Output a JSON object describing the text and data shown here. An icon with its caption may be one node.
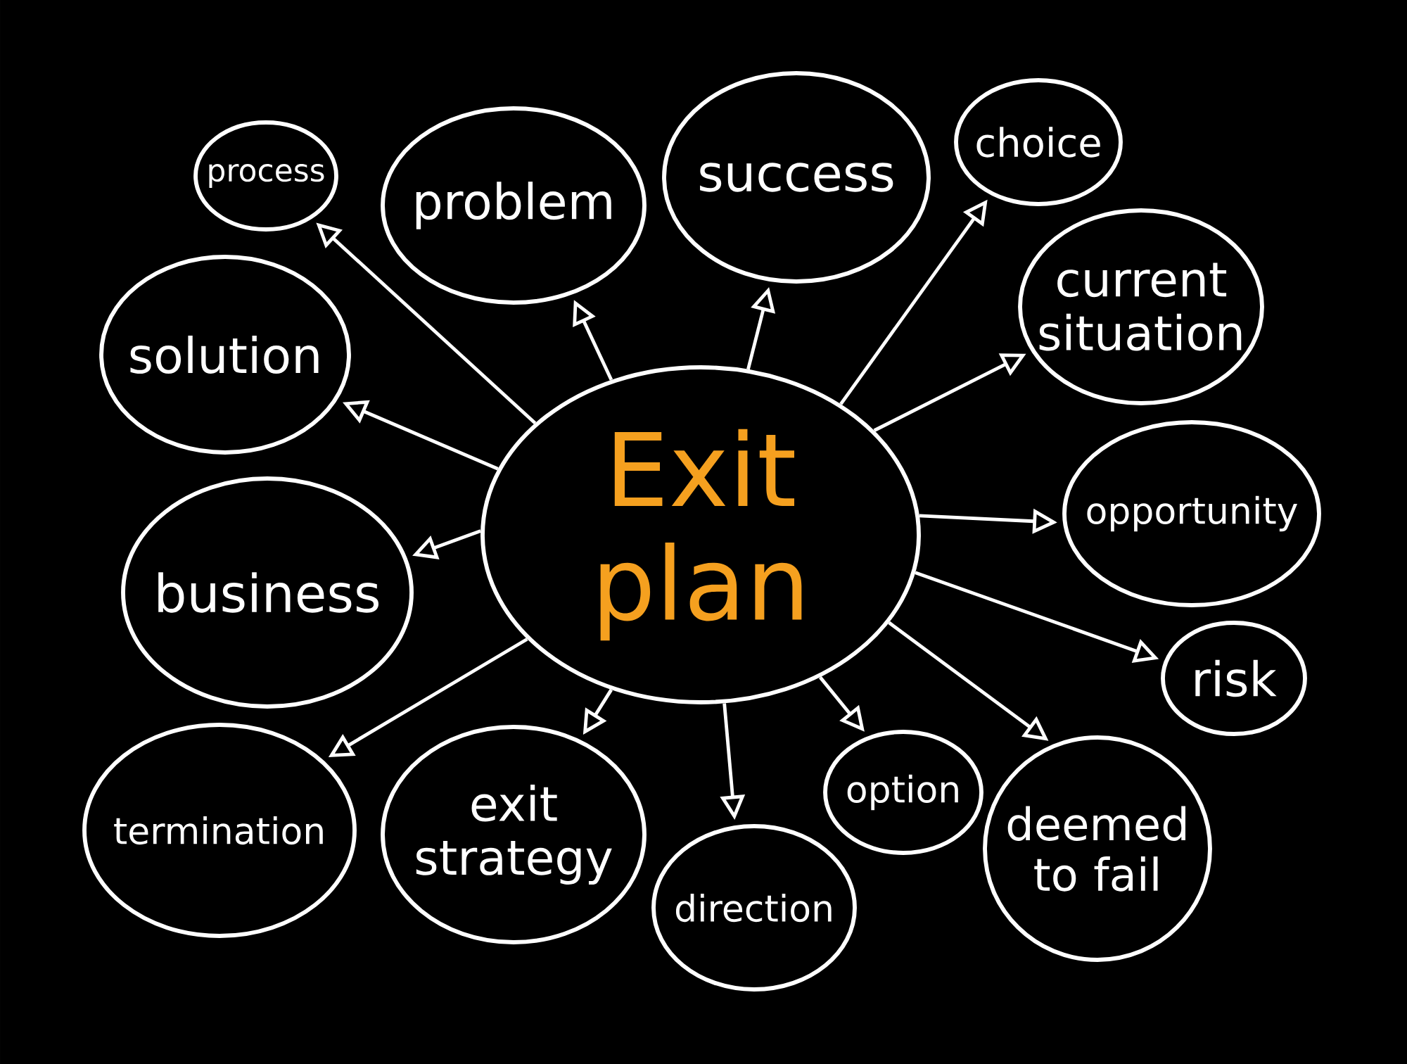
{
  "diagram": {
    "nodes": [
      {
        "text": [
          "Exit plan"
        ]
      },
      {
        "text": [
          "process"
        ]
      },
      {
        "text": [
          "problem"
        ]
      },
      {
        "text": [
          "success"
        ]
      },
      {
        "text": [
          "choice"
        ]
      },
      {
        "text": [
          "solution"
        ]
      },
      {
        "text": [
          "current situation"
        ]
      },
      {
        "text": [
          "business"
        ]
      },
      {
        "text": [
          "opportunity"
        ]
      },
      {
        "text": [
          "termination"
        ]
      },
      {
        "text": [
          "exit strategy"
        ]
      },
      {
        "text": [
          "direction"
        ]
      },
      {
        "text": [
          "option"
        ]
      },
      {
        "text": [
          "deemed to fail"
        ]
      },
      {
        "text": [
          "risk"
        ]
      }
    ],
    "edges": [
      {
        "from": 0,
        "to": 1,
        "arrow": "to"
      },
      {
        "from": 0,
        "to": 2,
        "arrow": "to"
      },
      {
        "from": 0,
        "to": 3,
        "arrow": "to"
      },
      {
        "from": 0,
        "to": 4,
        "arrow": "to"
      },
      {
        "from": 0,
        "to": 5,
        "arrow": "to"
      },
      {
        "from": 0,
        "to": 6,
        "arrow": "to"
      },
      {
        "from": 0,
        "to": 7,
        "arrow": "to"
      },
      {
        "from": 0,
        "to": 8,
        "arrow": "to"
      },
      {
        "from": 0,
        "to": 9,
        "arrow": "to"
      },
      {
        "from": 0,
        "to": 10,
        "arrow": "to"
      },
      {
        "from": 0,
        "to": 11,
        "arrow": "to"
      },
      {
        "from": 0,
        "to": 12,
        "arrow": "to"
      },
      {
        "from": 0,
        "to": 13,
        "arrow": "to"
      },
      {
        "from": 0,
        "to": 14,
        "arrow": "to"
      }
    ]
  }
}
